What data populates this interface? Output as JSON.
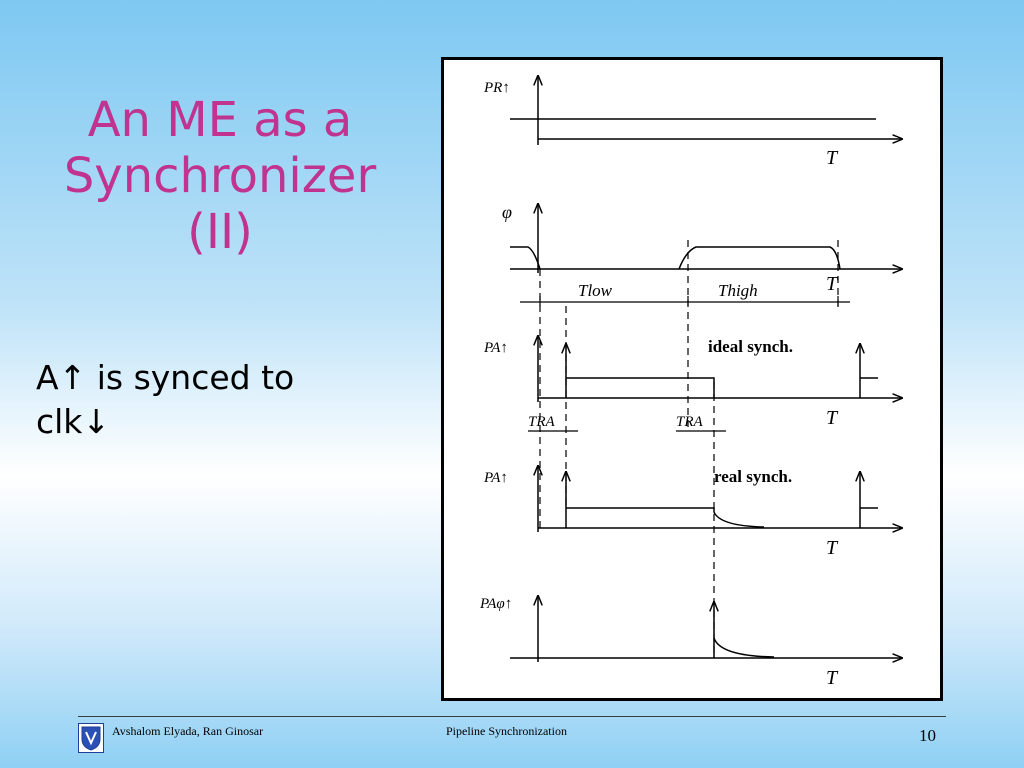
{
  "slide": {
    "title_lines": [
      "An ME as a",
      "Synchronizer",
      "(II)"
    ],
    "bullet_lines": [
      "A↑ is synced to",
      "clk↓"
    ]
  },
  "diagram": {
    "panels": [
      {
        "label": "PR↑",
        "axis": "T"
      },
      {
        "label": "φ",
        "axis": "T"
      },
      {
        "label": "PA↑",
        "axis": "T",
        "note": "ideal synch."
      },
      {
        "label": "PA↑",
        "axis": "T",
        "note": "real synch."
      },
      {
        "label": "PAφ↑",
        "axis": "T"
      }
    ],
    "intervals": {
      "low": "Tlow",
      "high": "Thigh"
    },
    "markers": [
      "TRA",
      "TRA"
    ]
  },
  "footer": {
    "authors": "Avshalom Elyada, Ran Ginosar",
    "topic": "Pipeline Synchronization",
    "page": "10"
  }
}
